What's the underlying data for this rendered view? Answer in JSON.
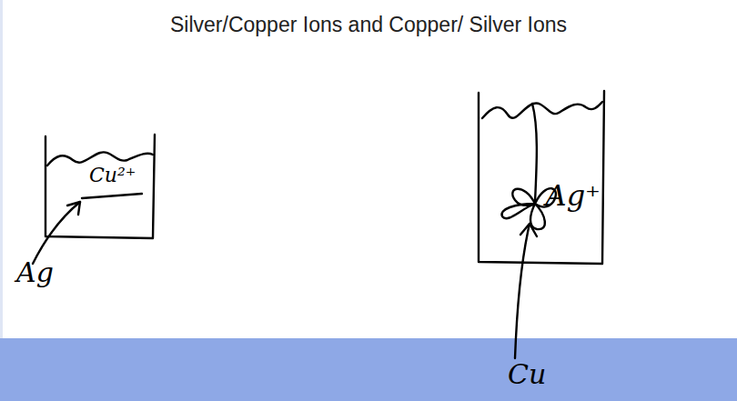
{
  "diagram": {
    "title": "Silver/Copper Ions and Copper/ Silver Ions",
    "nodes": [
      {
        "text": [
          "Cu²⁺"
        ]
      },
      {
        "text": [
          "Ag⁺"
        ]
      }
    ],
    "labels": [
      "Ag",
      "Cu"
    ]
  }
}
